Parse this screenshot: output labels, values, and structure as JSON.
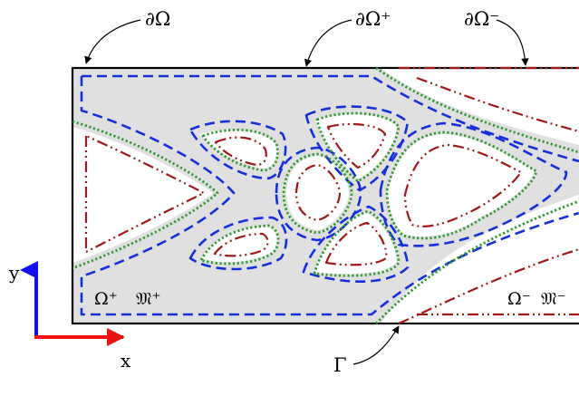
{
  "labels": {
    "boundary": "∂Ω",
    "boundary_plus": "∂Ω⁺",
    "boundary_minus": "∂Ω⁻",
    "interface": "Γ",
    "domain_plus": "Ω⁺",
    "mesh_plus": "𝔐⁺",
    "domain_minus": "Ω⁻",
    "mesh_minus": "𝔐⁻",
    "axis_x": "x",
    "axis_y": "y"
  },
  "colors": {
    "domain_fill": "#e0e0e0",
    "blue_dashed": "#1530d8",
    "green_dotted": "#2e9a2e",
    "red_dashdot": "#a01818",
    "axis_x_arrow": "#ee1111",
    "axis_y_arrow": "#1111ee"
  }
}
